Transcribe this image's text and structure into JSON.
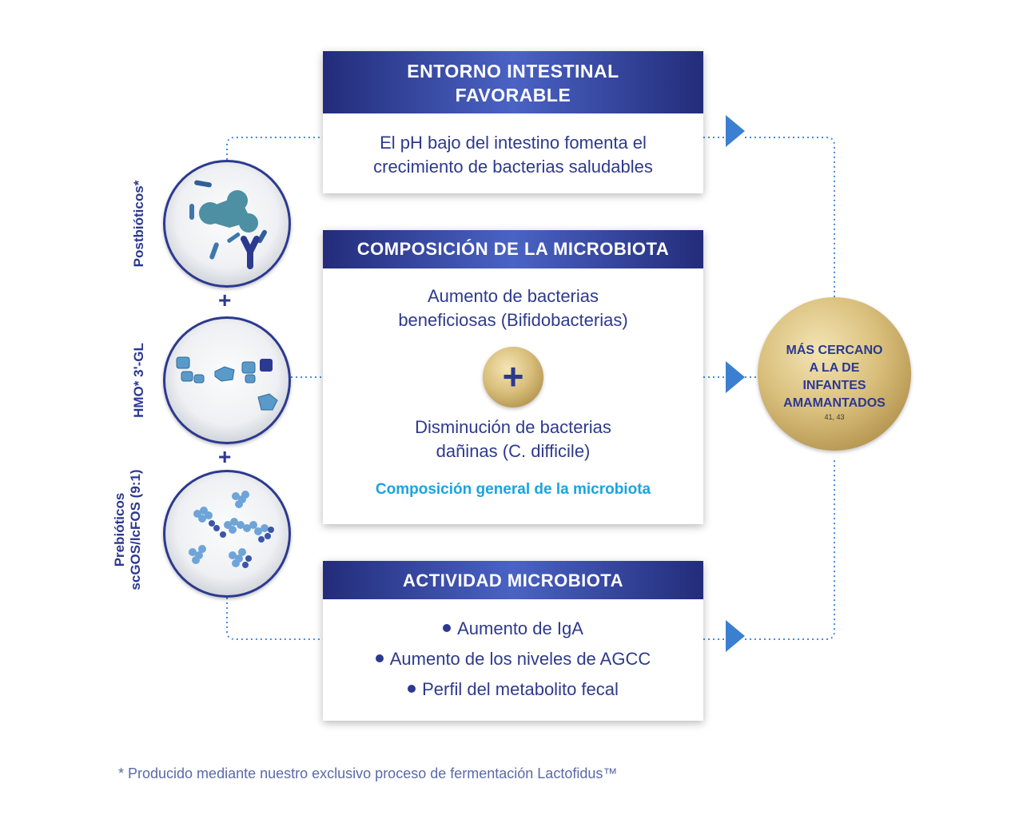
{
  "boxes": {
    "intestinal": {
      "title_line1": "ENTORNO INTESTINAL",
      "title_line2": "FAVORABLE",
      "body_line1": "El pH bajo del intestino fomenta el",
      "body_line2": "crecimiento de bacterias saludables"
    },
    "composition": {
      "title": "COMPOSICIÓN DE LA MICROBIOTA",
      "increase_line1": "Aumento de bacterias",
      "increase_line2": "beneficiosas (Bifidobacterias)",
      "plus": "+",
      "decrease_line1": "Disminución de bacterias",
      "decrease_line2": "dañinas (C. difficile)",
      "general": "Composición general de la microbiota"
    },
    "activity": {
      "title": "ACTIVIDAD MICROBIOTA",
      "items": [
        "Aumento de IgA",
        "Aumento de los niveles de AGCC",
        "Perfil del metabolito fecal"
      ]
    }
  },
  "ingredients": {
    "postbiotics": "Postbióticos*",
    "hmo": "HMO* 3'-GL",
    "prebiotics_line1": "Prebióticos",
    "prebiotics_line2": "scGOS/lcFOS (9:1)",
    "plus1": "+",
    "plus2": "+"
  },
  "result": {
    "line1": "MÁS CERCANO",
    "line2": "A LA DE",
    "line3": "INFANTES",
    "line4": "AMAMANTADOS",
    "refs": "41, 43"
  },
  "footnote": "* Producido mediante nuestro exclusivo proceso de fermentación Lactofidus™",
  "colors": {
    "navy": "#2b3990",
    "header_light": "#4a63c4",
    "accent_cyan": "#1aa3e0",
    "gold": "#d9bf7c",
    "arrow_blue": "#3a7fd0"
  }
}
